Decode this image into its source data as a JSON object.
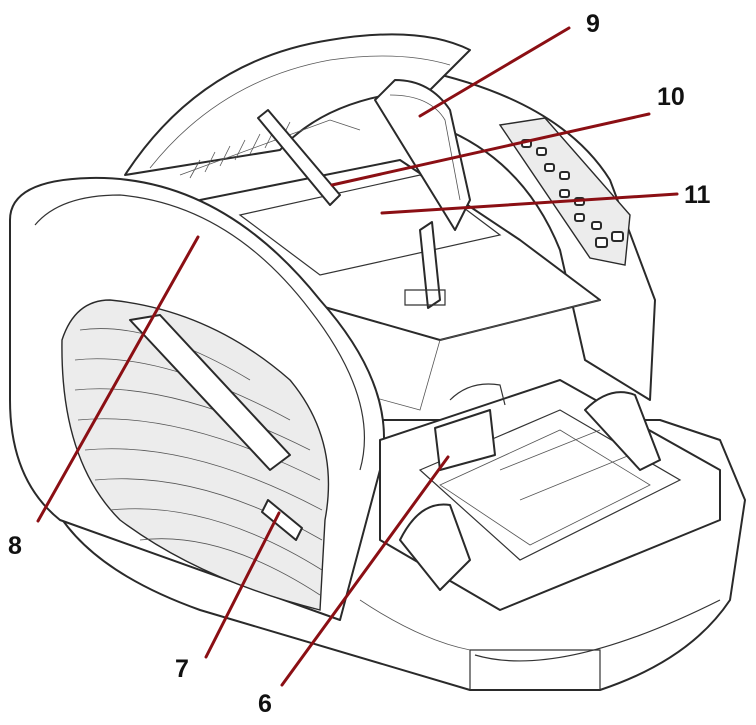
{
  "colors": {
    "leader": "#8b0f14",
    "line": "#2a2a2a",
    "label": "#111111"
  },
  "callouts": [
    {
      "id": "6",
      "label": "6"
    },
    {
      "id": "7",
      "label": "7"
    },
    {
      "id": "8",
      "label": "8"
    },
    {
      "id": "9",
      "label": "9"
    },
    {
      "id": "10",
      "label": "10"
    },
    {
      "id": "11",
      "label": "11"
    }
  ]
}
